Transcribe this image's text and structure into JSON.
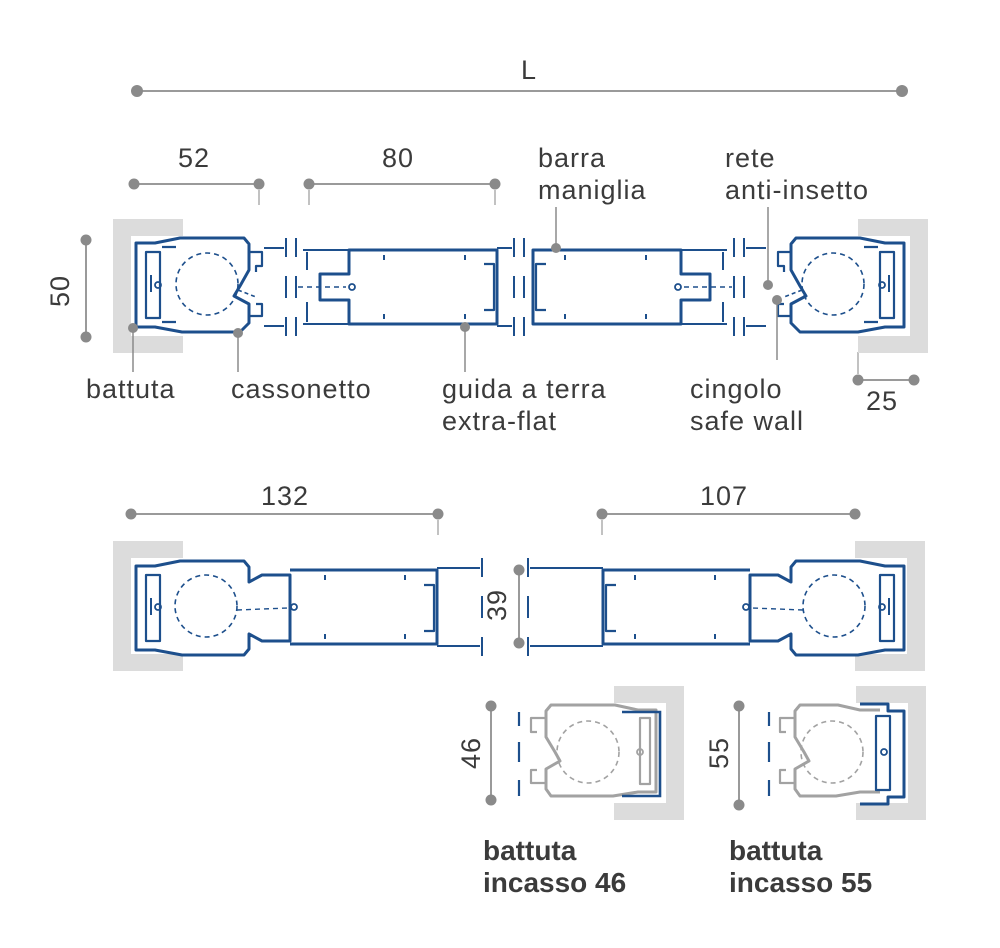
{
  "dimensions": {
    "L": "L",
    "d52": "52",
    "d80": "80",
    "d50": "50",
    "d25": "25",
    "d132": "132",
    "d107": "107",
    "d39": "39",
    "d46": "46",
    "d55": "55"
  },
  "labels": {
    "barra_maniglia": [
      "barra",
      "maniglia"
    ],
    "rete_anti_insetto": [
      "rete",
      "anti-insetto"
    ],
    "battuta": "battuta",
    "cassonetto": "cassonetto",
    "guida_a_terra": [
      "guida a terra",
      "extra-flat"
    ],
    "cingolo": [
      "cingolo",
      "safe wall"
    ]
  },
  "captions": {
    "incasso_46": [
      "battuta",
      "incasso 46"
    ],
    "incasso_55": [
      "battuta",
      "incasso 55"
    ]
  },
  "colors": {
    "profile_blue": "#1d4f8c",
    "profile_grey": "#9a9a9a",
    "wall_grey": "#dcdcdc",
    "dimension_grey": "#8a8a8a",
    "text": "#3b3b3b"
  }
}
